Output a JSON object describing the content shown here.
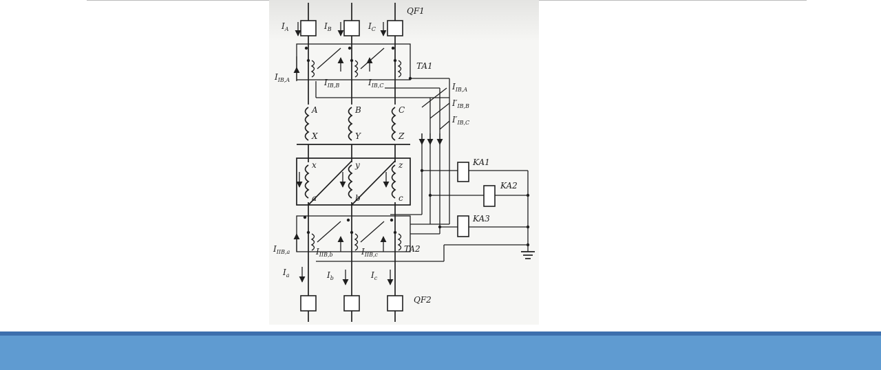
{
  "breakers": {
    "top": "QF1",
    "bottom": "QF2"
  },
  "transformers": {
    "primary_ct": "TA1",
    "secondary_ct": "TA2"
  },
  "relays": [
    "KA1",
    "KA2",
    "KA3"
  ],
  "primary_windings": {
    "start": [
      "A",
      "B",
      "C"
    ],
    "end": [
      "X",
      "Y",
      "Z"
    ]
  },
  "secondary_windings": {
    "start": [
      "x",
      "y",
      "z"
    ],
    "end": [
      "a",
      "b",
      "c"
    ]
  },
  "currents": {
    "primary_line": [
      {
        "main": "I",
        "sub": "A"
      },
      {
        "main": "I",
        "sub": "B"
      },
      {
        "main": "I",
        "sub": "C"
      }
    ],
    "secondary_line": [
      {
        "main": "I",
        "sub": "a"
      },
      {
        "main": "I",
        "sub": "b"
      },
      {
        "main": "I",
        "sub": "c"
      }
    ],
    "ct1_secondary": [
      {
        "main": "I",
        "sub": "IB,A"
      },
      {
        "main": "I",
        "sub": "IB,B"
      },
      {
        "main": "I",
        "sub": "IB,C"
      }
    ],
    "ct2_secondary": [
      {
        "main": "I",
        "sub": "IIB,a"
      },
      {
        "main": "I",
        "sub": "IIB,b"
      },
      {
        "main": "I",
        "sub": "IIB,c"
      }
    ],
    "bus": [
      {
        "main": "I",
        "sub": "IB,A"
      },
      {
        "main": "I′",
        "sub": "IB,B"
      },
      {
        "main": "I′",
        "sub": "IB,C"
      }
    ]
  }
}
